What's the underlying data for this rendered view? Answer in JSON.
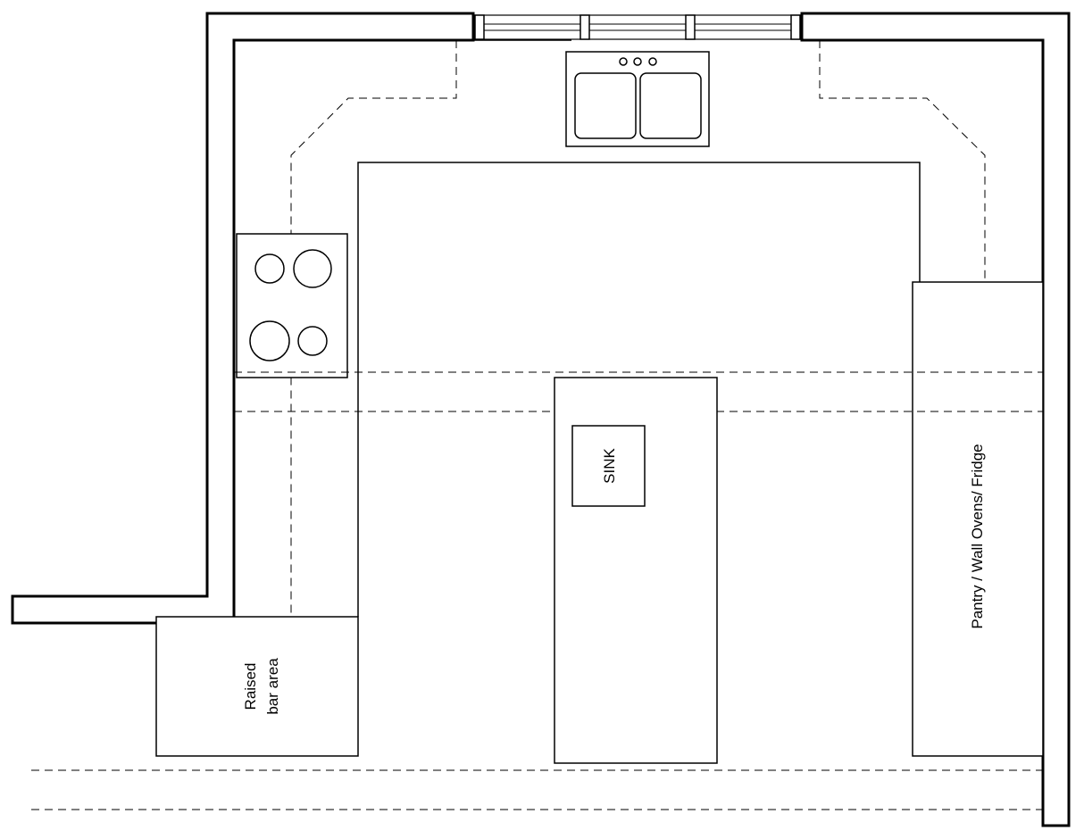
{
  "labels": {
    "island_sink": "SINK",
    "bar_line1": "Raised",
    "bar_line2": "bar area",
    "pantry": "Pantry / Wall Ovens/ Fridge"
  },
  "colors": {
    "line": "#000000",
    "background": "#ffffff"
  }
}
